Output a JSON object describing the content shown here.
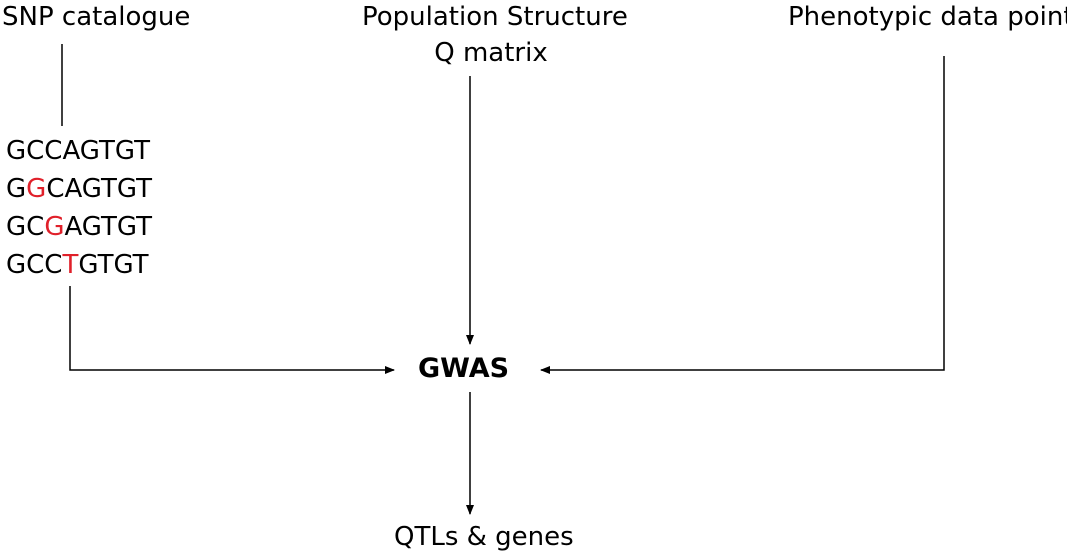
{
  "labels": {
    "snp_catalogue": "SNP catalogue",
    "population_structure": "Population Structure",
    "q_matrix": "Q matrix",
    "phenotypic": "Phenotypic data point",
    "gwas": "GWAS",
    "output": "QTLs & genes"
  },
  "sequences": [
    {
      "pre": "GCCAGTGT",
      "snp": "",
      "post": ""
    },
    {
      "pre": "G",
      "snp": "G",
      "post": "CAGTGT"
    },
    {
      "pre": "GC",
      "snp": "G",
      "post": "AGTGT"
    },
    {
      "pre": "GCC",
      "snp": "T",
      "post": "GTGT"
    }
  ],
  "colors": {
    "snp_highlight": "#e0202a",
    "line": "#000000"
  }
}
